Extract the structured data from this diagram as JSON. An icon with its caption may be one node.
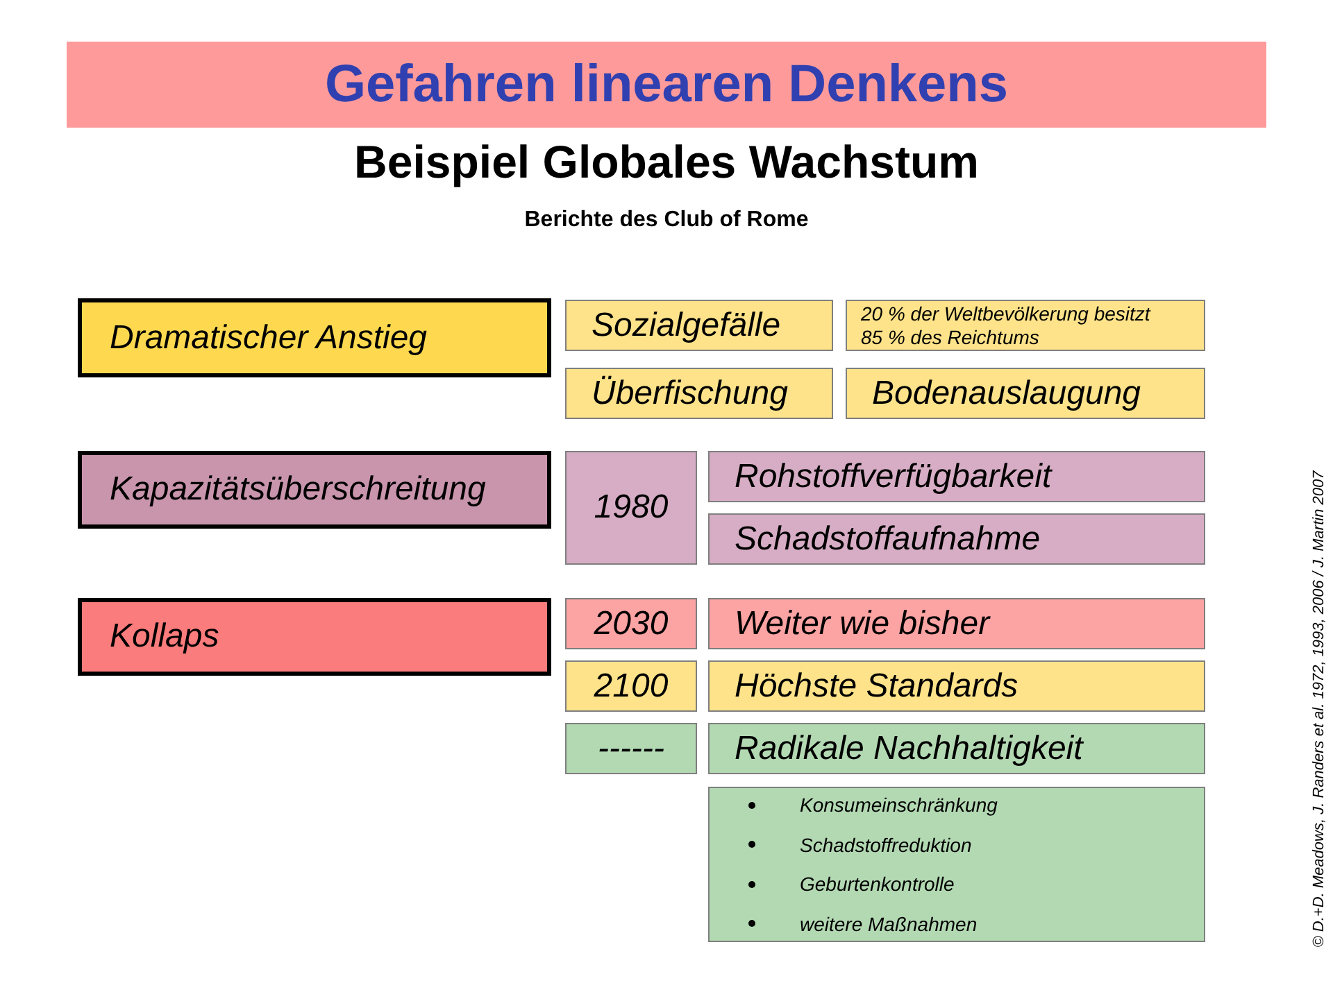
{
  "diagram": {
    "title": "Gefahren linearen Denkens",
    "nodes": [
      {
        "text": [
          "Dramatischer Anstieg"
        ]
      },
      {
        "text": [
          "Sozialgefälle"
        ]
      },
      {
        "text": [
          "20 % der Weltbevölkerung besitzt 85 % des Reichtums"
        ]
      },
      {
        "text": [
          "Überfischung"
        ]
      },
      {
        "text": [
          "Bodenauslaugung"
        ]
      },
      {
        "text": [
          "Kapazitätsüberschreitung"
        ]
      },
      {
        "text": [
          "1980"
        ]
      },
      {
        "text": [
          "Rohstoffverfügbarkeit"
        ]
      },
      {
        "text": [
          "Schadstoffaufnahme"
        ]
      },
      {
        "text": [
          "Kollaps"
        ]
      },
      {
        "text": [
          "2030"
        ]
      },
      {
        "text": [
          "Weiter wie bisher"
        ]
      },
      {
        "text": [
          "2100"
        ]
      },
      {
        "text": [
          "Höchste Standards"
        ]
      },
      {
        "text": [
          "------"
        ]
      },
      {
        "text": [
          "Radikale Nachhaltigkeit"
        ]
      },
      {
        "text": [
          "Konsumeinschränkung",
          "Schadstoffreduktion",
          "Geburtenkontrolle",
          "weitere Maßnahmen"
        ]
      }
    ],
    "labels": [
      "Beispiel Globales Wachstum",
      "Berichte des Club of Rome",
      "© D.+D. Meadows, J. Randers et al. 1972, 1993, 2006 / J. Martin 2007"
    ]
  }
}
